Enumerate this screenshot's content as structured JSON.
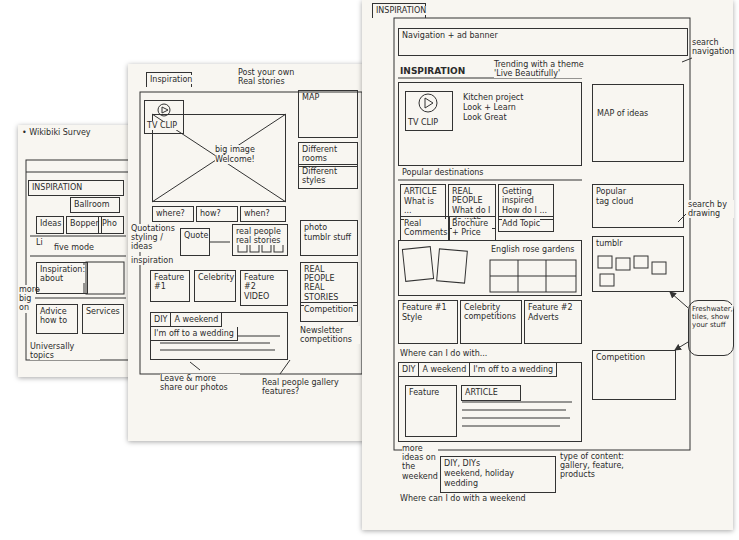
{
  "diagram": {
    "nodes": [
      {
        "text": [
          "INSPIRATION"
        ]
      },
      {
        "text": [
          "Ballroom"
        ]
      },
      {
        "text": [
          "Ideas"
        ]
      },
      {
        "text": [
          "Bopper"
        ]
      },
      {
        "text": [
          "Pho"
        ]
      },
      {
        "text": [
          "Inspiration: about"
        ]
      },
      {
        "text": [
          "Advice how to"
        ]
      },
      {
        "text": [
          "Services"
        ]
      },
      {
        "text": [
          "Inspiration"
        ]
      },
      {
        "text": [
          "big image",
          "Welcome!"
        ]
      },
      {
        "text": [
          "TV CLIP"
        ]
      },
      {
        "text": [
          "MAP"
        ]
      },
      {
        "text": [
          "Different rooms"
        ]
      },
      {
        "text": [
          "Different styles"
        ]
      },
      {
        "text": [
          "where?"
        ]
      },
      {
        "text": [
          "how?"
        ]
      },
      {
        "text": [
          "when?"
        ]
      },
      {
        "text": [
          "Quote"
        ]
      },
      {
        "text": [
          "real people real stories"
        ]
      },
      {
        "text": [
          "photo",
          "tumblr stuff"
        ]
      },
      {
        "text": [
          "Feature #1"
        ]
      },
      {
        "text": [
          "Celebrity"
        ]
      },
      {
        "text": [
          "Feature #2",
          "VIDEO"
        ]
      },
      {
        "text": [
          "REAL PEOPLE REAL STORIES"
        ]
      },
      {
        "text": [
          "Competition"
        ]
      },
      {
        "text": [
          "DIY",
          "A weekend",
          "I'm off to a wedding"
        ]
      },
      {
        "text": [
          "INSPIRATION"
        ]
      },
      {
        "text": [
          "Navigation + ad banner"
        ]
      },
      {
        "text": [
          "Kitchen project",
          "Look + Learn",
          "Look Great"
        ]
      },
      {
        "text": [
          "TV CLIP"
        ],
        "in": 28
      },
      {
        "text": [
          "MAP of ideas"
        ]
      },
      {
        "text": [
          "ARTICLE",
          "What is ..."
        ]
      },
      {
        "text": [
          "REAL PEOPLE",
          "What do I do with..."
        ]
      },
      {
        "text": [
          "Getting inspired",
          "How do I ..."
        ]
      },
      {
        "text": [
          "Real Comments"
        ]
      },
      {
        "text": [
          "Brochure + Price"
        ]
      },
      {
        "text": [
          "Add Topic"
        ]
      },
      {
        "text": [
          "Popular",
          "tag cloud"
        ]
      },
      {
        "text": [
          "tumblr"
        ]
      },
      {
        "text": [
          "English rose gardens"
        ]
      },
      {
        "text": [
          "Feature #1",
          "Style"
        ]
      },
      {
        "text": [
          "Celebrity competitions"
        ]
      },
      {
        "text": [
          "Feature #2",
          "Adverts"
        ]
      },
      {
        "text": [
          "Competition"
        ]
      },
      {
        "text": [
          "DIY",
          "A weekend",
          "I'm off to a wedding"
        ]
      },
      {
        "text": [
          "Feature"
        ],
        "in": 44
      },
      {
        "text": [
          "ARTICLE"
        ],
        "in": 44
      },
      {
        "text": [
          "DIY, DIYs",
          "weekend, holiday",
          "wedding"
        ]
      },
      {
        "text": [
          "Freshwater, tiles, show your stuff"
        ]
      }
    ],
    "edges": [
      {
        "from": 48,
        "to": 43,
        "arrow": "to"
      },
      {
        "from": 48,
        "to": 38,
        "arrow": "to"
      }
    ],
    "labels": [
      "• Wikibiki Survey",
      "Li",
      "five mode",
      "more big on",
      "Universally topics",
      "Post your own Real stories",
      "Quotations styling / ideas",
      "inspiration",
      "Newsletter competitions",
      "Leave & more share our photos",
      "Real people gallery features?",
      "Trending with a theme 'Live Beautifully'",
      "INSPIRATION",
      "search navigation",
      "Popular destinations",
      "search by drawing",
      "Where can I do with...",
      "more ideas on the weekend",
      "type of content: gallery, feature, products",
      "Where can I do with a weekend"
    ]
  }
}
